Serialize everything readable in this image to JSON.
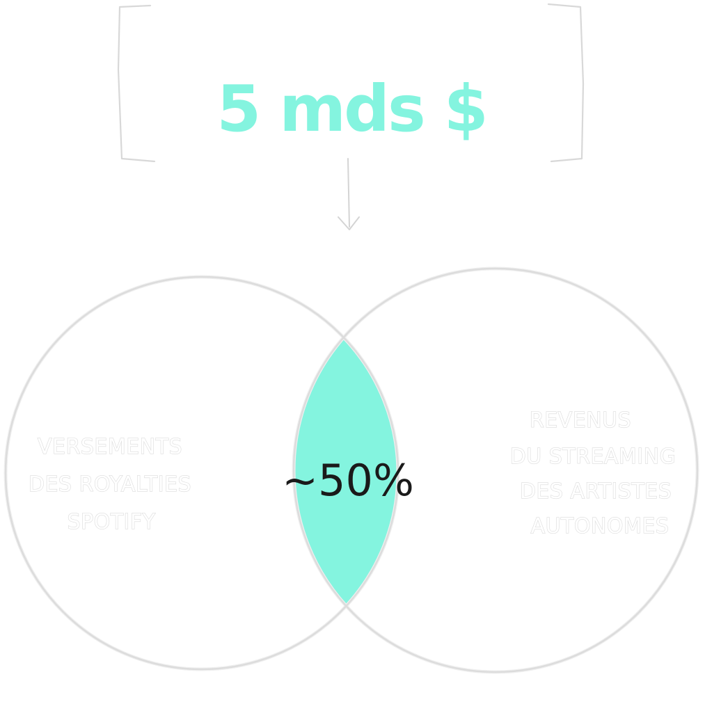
{
  "headline": "5 mds $",
  "left_circle": {
    "lines": [
      "VERSEMENTS",
      "DES ROYALTIES",
      "SPOTIFY"
    ]
  },
  "right_circle": {
    "lines": [
      "REVENUS",
      "DU STREAMING",
      "DES ARTISTES",
      "AUTONOMES"
    ]
  },
  "overlap": {
    "label": "~50%"
  },
  "colors": {
    "accent": "#84f4df",
    "outline": "#dcdcdc",
    "text": "#1a1a1a"
  }
}
